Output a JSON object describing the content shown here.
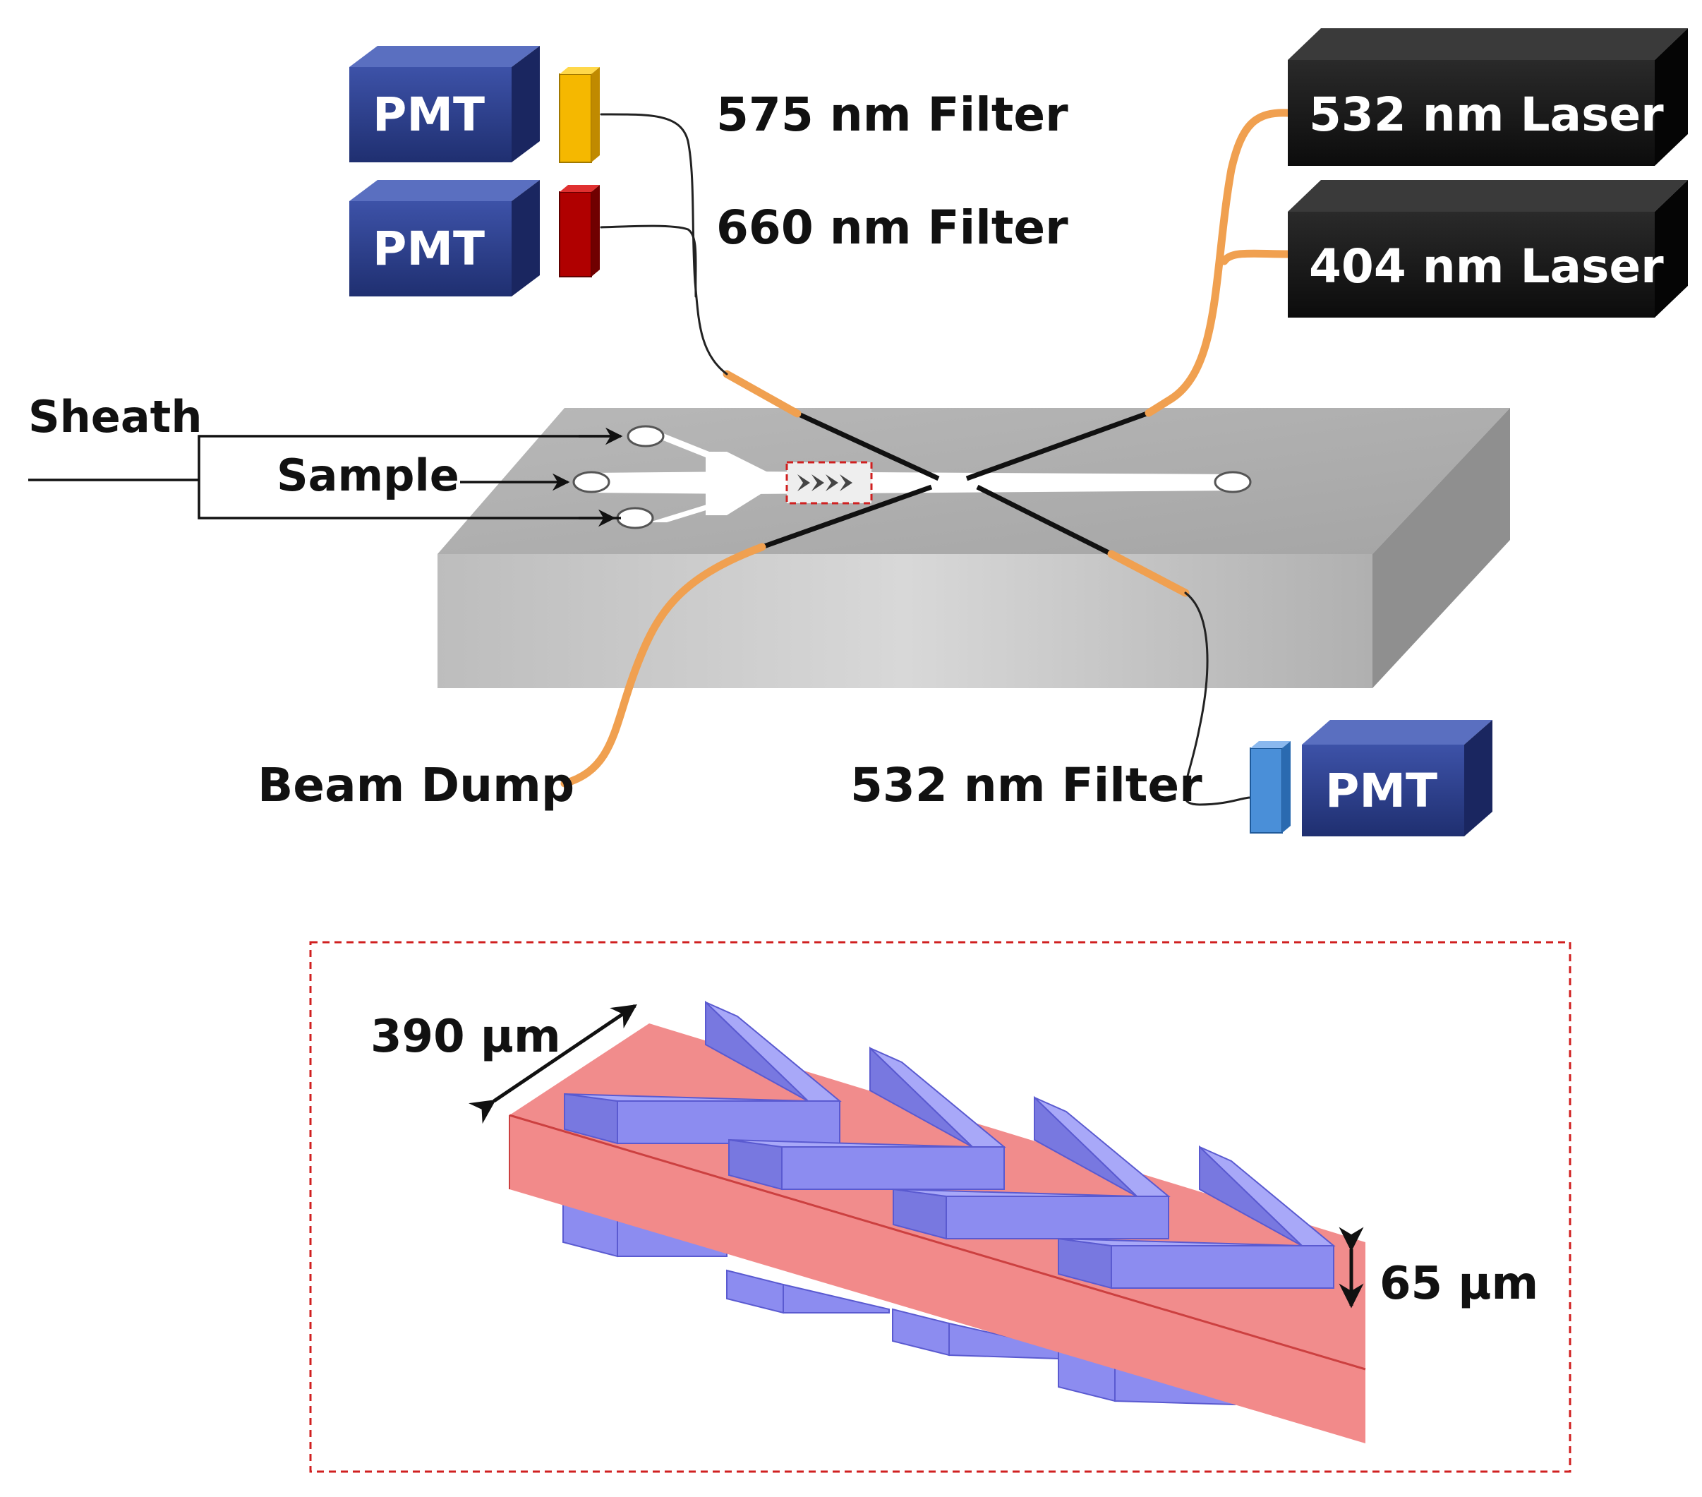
{
  "diagram": {
    "pmt_label": "PMT",
    "filters": {
      "f575": "575 nm Filter",
      "f660": "660 nm Filter",
      "f532": "532 nm Filter"
    },
    "lasers": {
      "l532": "532 nm Laser",
      "l404": "404 nm Laser"
    },
    "inputs": {
      "sheath": "Sheath",
      "sample": "Sample"
    },
    "beam_dump": "Beam Dump",
    "inset": {
      "width_label": "390 µm",
      "height_label": "65 µm"
    },
    "colors": {
      "pmt_blue": "#2b3f8c",
      "laser_black": "#1a1a1a",
      "fiber_orange": "#f0a050",
      "filter_yellow": "#f5b800",
      "filter_red": "#b00000",
      "filter_blue": "#4a8fd8",
      "chip_gray": "#c8c8c8",
      "channel_red": "#f08080",
      "herringbone_blue": "#8c8cf0",
      "inset_border": "#d02020"
    }
  }
}
